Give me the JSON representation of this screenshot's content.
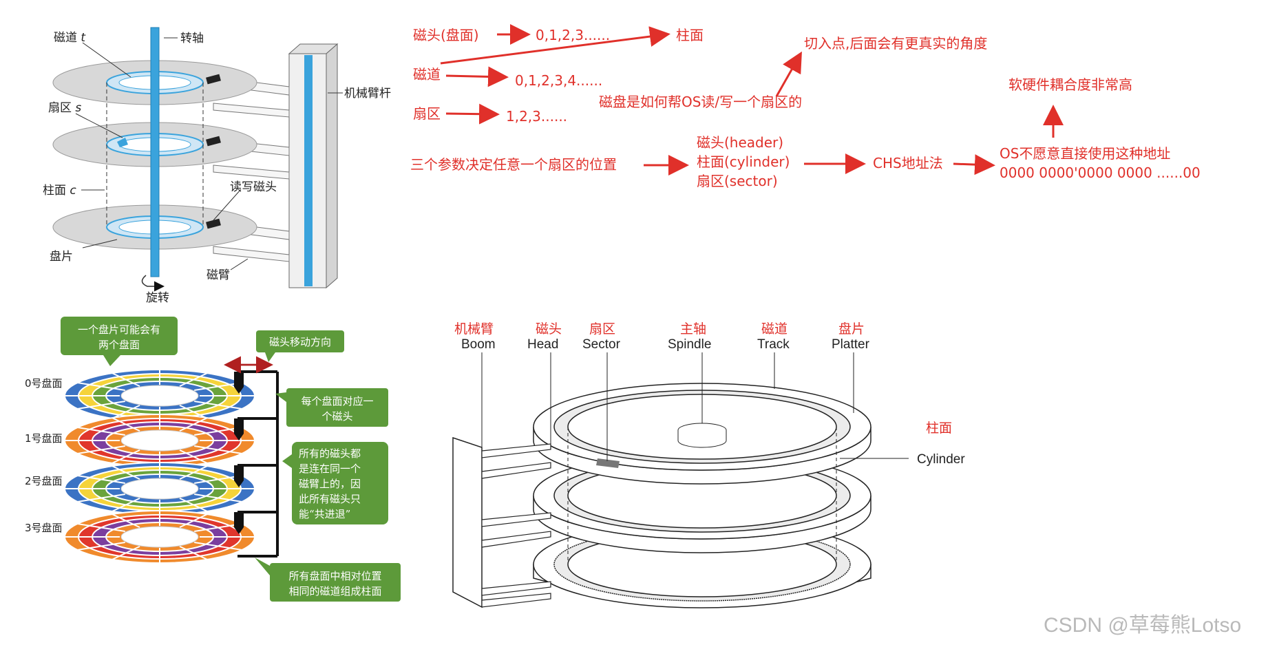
{
  "diagram1": {
    "track": "磁道",
    "track_var": "t",
    "spindle": "转轴",
    "sector": "扇区",
    "sector_var": "s",
    "arm_pole": "机械臂杆",
    "cylinder": "柱面",
    "cylinder_var": "c",
    "rw_head": "读写磁头",
    "platter": "盘片",
    "arm": "磁臂",
    "rotation": "旋转"
  },
  "notes": {
    "head_surface": "磁头(盘面)",
    "head_seq": "0,1,2,3......",
    "cylinder": "柱面",
    "cut_in": "切入点,后面会有更真实的角度",
    "track": "磁道",
    "track_seq": "0,1,2,3,4......",
    "how_os": "磁盘是如何帮OS读/写一个扇区的",
    "sector": "扇区",
    "sector_seq": "1,2,3......",
    "coupling": "软硬件耦合度非常高",
    "three_params": "三个参数决定任意一个扇区的位置",
    "p_header": "磁头(header)",
    "p_cylinder": "柱面(cylinder)",
    "p_sector": "扇区(sector)",
    "chs": "CHS地址法",
    "os_reject": "OS不愿意直接使用这种地址",
    "binary": "0000 0000'0000 0000 ......00"
  },
  "diagram2": {
    "bubble1_l1": "一个盘片可能会有",
    "bubble1_l2": "两个盘面",
    "move_dir": "磁头移动方向",
    "surface0": "0号盘面",
    "surface1": "1号盘面",
    "surface2": "2号盘面",
    "surface3": "3号盘面",
    "bubble2_l1": "每个盘面对应一",
    "bubble2_l2": "个磁头",
    "bubble3_l1": "所有的磁头都",
    "bubble3_l2": "是连在同一个",
    "bubble3_l3": "磁臂上的，因",
    "bubble3_l4": "此所有磁头只",
    "bubble3_l5": "能“共进退”",
    "bubble4_l1": "所有盘面中相对位置",
    "bubble4_l2": "相同的磁道组成柱面"
  },
  "diagram3": {
    "boom_cn": "机械臂",
    "boom_en": "Boom",
    "head_cn": "磁头",
    "head_en": "Head",
    "sector_cn": "扇区",
    "sector_en": "Sector",
    "spindle_cn": "主轴",
    "spindle_en": "Spindle",
    "track_cn": "磁道",
    "track_en": "Track",
    "platter_cn": "盘片",
    "platter_en": "Platter",
    "cylinder_cn": "柱面",
    "cylinder_en": "Cylinder"
  },
  "watermark": "CSDN @草莓熊Lotso",
  "colors": {
    "annotation_red": "#e0302a",
    "bubble_green": "#5d9a3a",
    "spindle_blue": "#3aa3dc"
  }
}
